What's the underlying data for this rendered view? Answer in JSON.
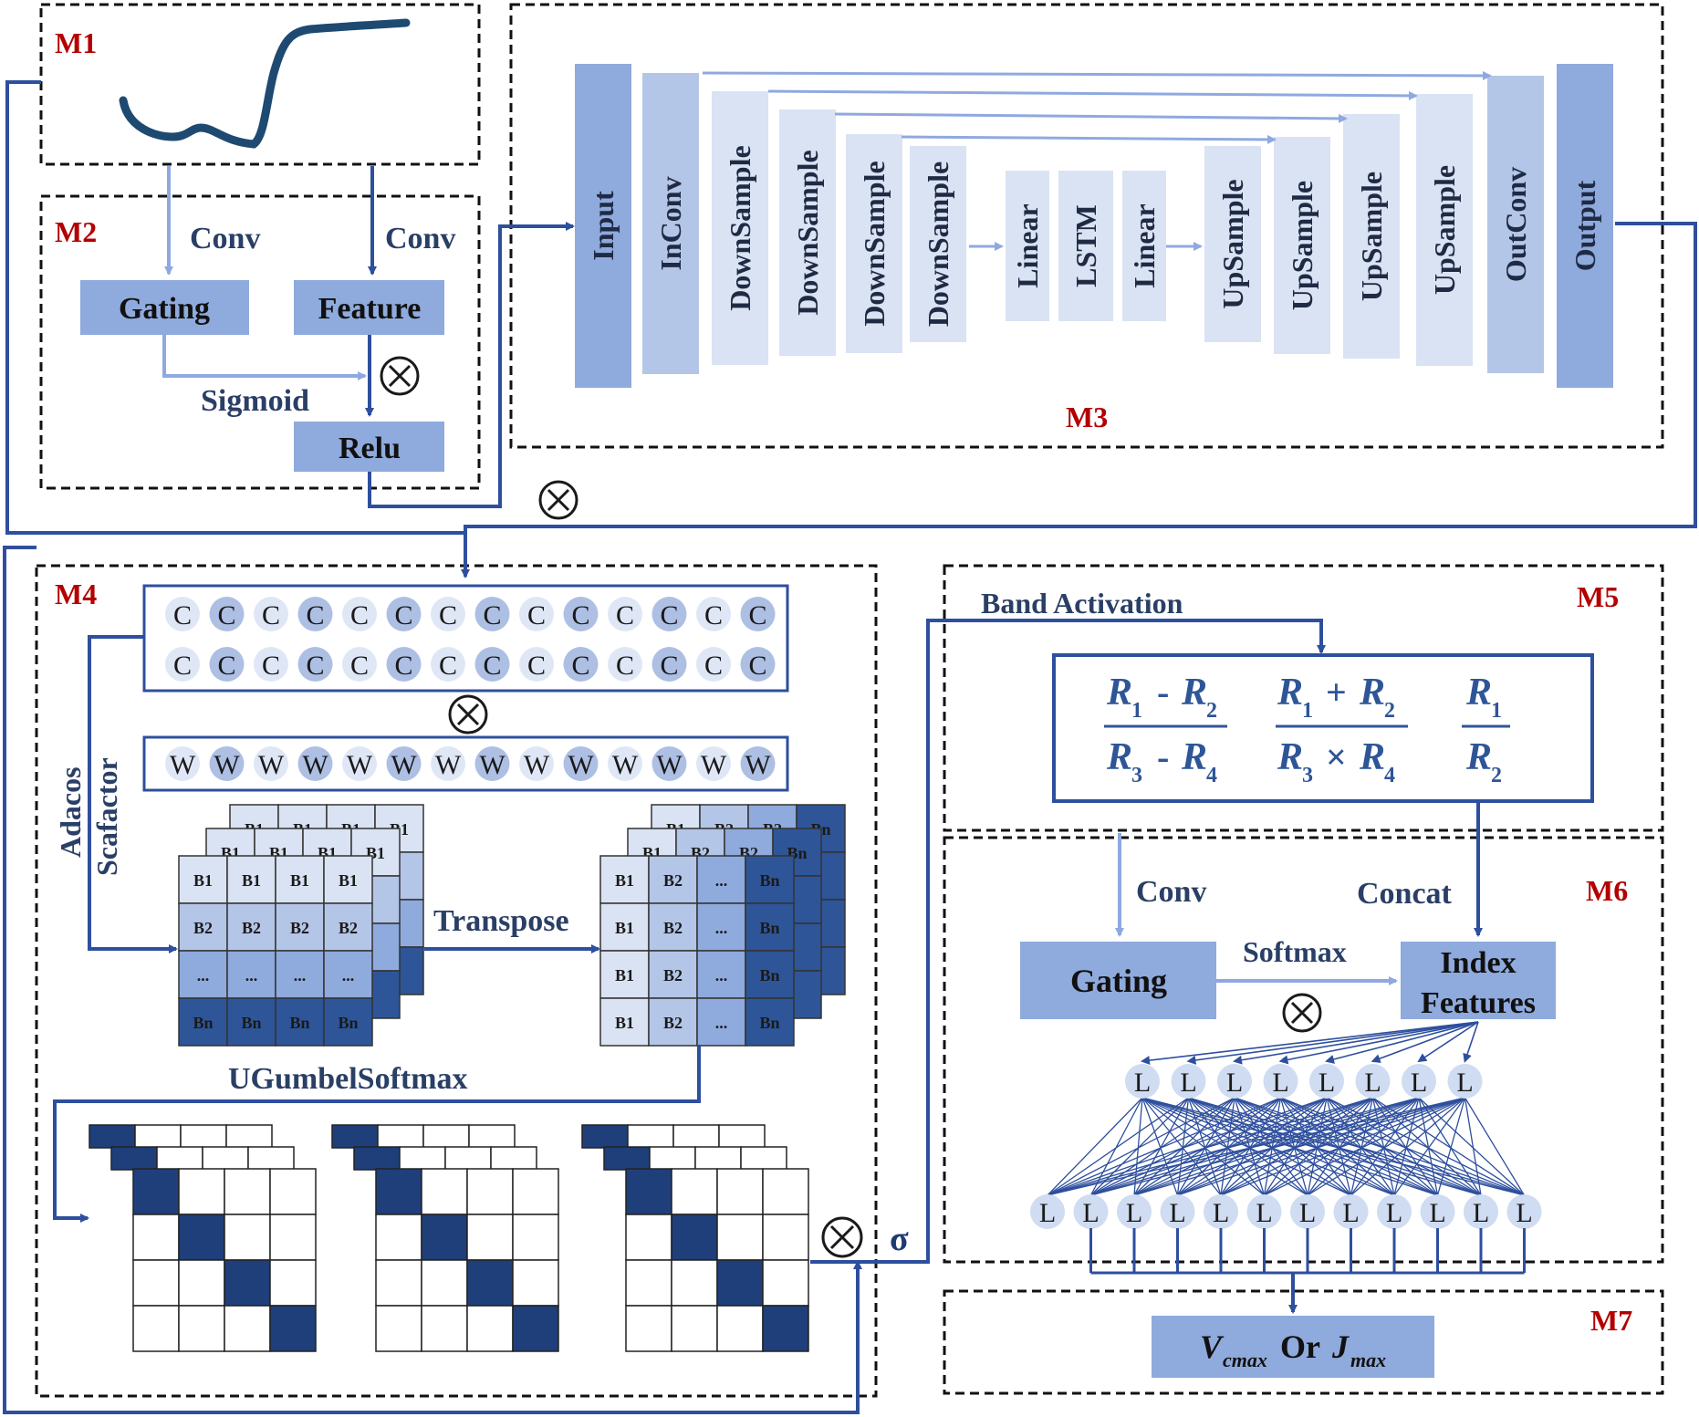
{
  "modules": {
    "m1": "M1",
    "m2": "M2",
    "m3": "M3",
    "m4": "M4",
    "m5": "M5",
    "m6": "M6",
    "m7": "M7"
  },
  "m2": {
    "conv_left": "Conv",
    "conv_right": "Conv",
    "gating": "Gating",
    "feature": "Feature",
    "sigmoid": "Sigmoid",
    "relu": "Relu"
  },
  "m3": {
    "blocks": [
      "Input",
      "InConv",
      "DownSample",
      "DownSample",
      "DownSample",
      "DownSample",
      "Linear",
      "LSTM",
      "Linear",
      "UpSample",
      "UpSample",
      "UpSample",
      "UpSample",
      "OutConv",
      "Output"
    ]
  },
  "m4": {
    "c_row1": [
      "C",
      "C",
      "C",
      "C",
      "C",
      "C",
      "C",
      "C",
      "C",
      "C",
      "C",
      "C",
      "C",
      "C"
    ],
    "c_row2": [
      "C",
      "C",
      "C",
      "C",
      "C",
      "C",
      "C",
      "C",
      "C",
      "C",
      "C",
      "C",
      "C",
      "C"
    ],
    "w_row": [
      "W",
      "W",
      "W",
      "W",
      "W",
      "W",
      "W",
      "W",
      "W",
      "W",
      "W",
      "W",
      "W",
      "W"
    ],
    "adacos": "Adacos",
    "scafactor": "Scafactor",
    "transpose": "Transpose",
    "ugumbel": "UGumbelSoftmax",
    "grid_left": [
      [
        "B1",
        "B1",
        "B1",
        "B1"
      ],
      [
        "B2",
        "B2",
        "B2",
        "B2"
      ],
      [
        "...",
        "...",
        "...",
        "..."
      ],
      [
        "Bn",
        "Bn",
        "Bn",
        "Bn"
      ]
    ],
    "grid_right": [
      [
        "B1",
        "B2",
        "...",
        "Bn"
      ],
      [
        "B1",
        "B2",
        "...",
        "Bn"
      ],
      [
        "B1",
        "B2",
        "...",
        "Bn"
      ],
      [
        "B1",
        "B2",
        "...",
        "Bn"
      ]
    ],
    "back_left_row": [
      "B1",
      "B1",
      "B1",
      "B1"
    ],
    "back_right_row": [
      "B1",
      "B2",
      "B2",
      "Bn"
    ],
    "sigma": "σ"
  },
  "m5": {
    "band_activation": "Band Activation",
    "f1_num_a": "R",
    "f1_num_a_sub": "1",
    "f1_num_b": "R",
    "f1_num_b_sub": "2",
    "f1_num_op": "-",
    "f1_den_a": "R",
    "f1_den_a_sub": "3",
    "f1_den_b": "R",
    "f1_den_b_sub": "4",
    "f1_den_op": "-",
    "f2_num_op": "+",
    "f2_den_op": "×",
    "f2_num_a_sub": "1",
    "f2_num_b_sub": "2",
    "f2_den_a_sub": "3",
    "f2_den_b_sub": "4",
    "f3_num_sub": "1",
    "f3_den_sub": "2"
  },
  "m6": {
    "conv": "Conv",
    "concat": "Concat",
    "softmax": "Softmax",
    "gating": "Gating",
    "index_line1": "Index",
    "index_line2": "Features",
    "top_nodes": [
      "L",
      "L",
      "L",
      "L",
      "L",
      "L",
      "L",
      "L"
    ],
    "bottom_nodes": [
      "L",
      "L",
      "L",
      "L",
      "L",
      "L",
      "L",
      "L",
      "L",
      "L",
      "L",
      "L"
    ]
  },
  "m7": {
    "v": "V",
    "v_sub": "cmax",
    "or": "Or",
    "j": "J",
    "j_sub": "max"
  },
  "colors": {
    "line": "#2e4f9e",
    "line_light": "#8fa9e0",
    "box_mid": "#8faadc",
    "box_light": "#b4c6e7",
    "box_pale": "#dae3f3",
    "dark_blue": "#1f3f7a",
    "module_label": "#b30000"
  }
}
